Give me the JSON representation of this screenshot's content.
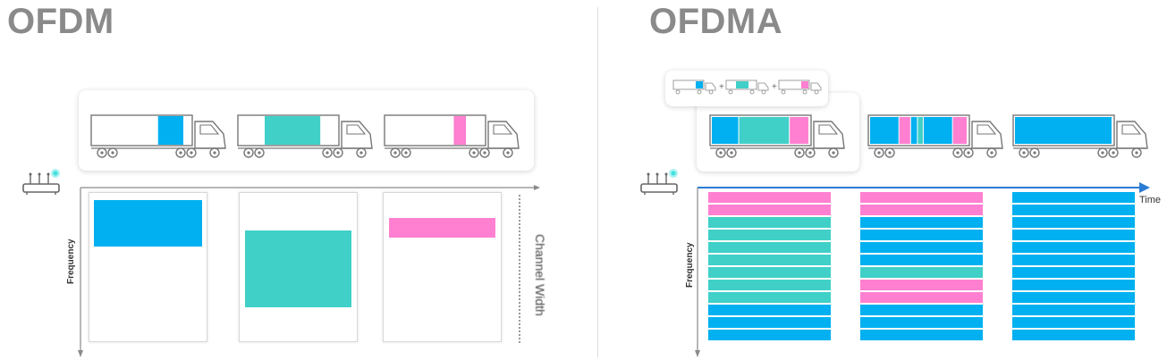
{
  "ofdm": {
    "title": "OFDM",
    "y_axis_label": "Frequency",
    "channel_label": "Channel Width",
    "trucks": [
      {
        "cargo_color": "#00b0f0",
        "cargo_fraction": 0.25
      },
      {
        "cargo_color": "#40d0c8",
        "cargo_fraction": 0.55
      },
      {
        "cargo_color": "#ff80d0",
        "cargo_fraction": 0.12
      }
    ],
    "columns": [
      {
        "color": "#00b0f0",
        "band_start": 0.05,
        "band_end": 0.36
      },
      {
        "color": "#40d0c8",
        "band_start": 0.25,
        "band_end": 0.77
      },
      {
        "color": "#ff80d0",
        "band_start": 0.17,
        "band_end": 0.3
      }
    ]
  },
  "ofdma": {
    "title": "OFDMA",
    "y_axis_label": "Frequency",
    "time_label": "Time",
    "trucks": [
      {
        "segments": [
          {
            "color": "#00b0f0",
            "fraction": 0.28
          },
          {
            "color": "#40d0c8",
            "fraction": 0.52
          },
          {
            "color": "#ff80d0",
            "fraction": 0.2
          }
        ]
      },
      {
        "segments": [
          {
            "color": "#00b0f0",
            "fraction": 0.3
          },
          {
            "color": "#ff80d0",
            "fraction": 0.12
          },
          {
            "color": "#00b0f0",
            "fraction": 0.07
          },
          {
            "color": "#40d0c8",
            "fraction": 0.06
          },
          {
            "color": "#00b0f0",
            "fraction": 0.3
          },
          {
            "color": "#ff80d0",
            "fraction": 0.15
          }
        ]
      },
      {
        "segments": [
          {
            "color": "#00b0f0",
            "fraction": 1.0
          }
        ]
      }
    ],
    "mini_trucks": [
      {
        "cargo_color": "#00b0f0"
      },
      {
        "cargo_color": "#40d0c8"
      },
      {
        "cargo_color": "#ff80d0"
      }
    ],
    "plus_sign": "+",
    "columns": [
      [
        "#ff80d0",
        "#ff80d0",
        "#40d0c8",
        "#40d0c8",
        "#40d0c8",
        "#40d0c8",
        "#40d0c8",
        "#40d0c8",
        "#40d0c8",
        "#00b0f0",
        "#00b0f0",
        "#00b0f0"
      ],
      [
        "#ff80d0",
        "#ff80d0",
        "#00b0f0",
        "#00b0f0",
        "#00b0f0",
        "#00b0f0",
        "#40d0c8",
        "#ff80d0",
        "#ff80d0",
        "#00b0f0",
        "#00b0f0",
        "#00b0f0"
      ],
      [
        "#00b0f0",
        "#00b0f0",
        "#00b0f0",
        "#00b0f0",
        "#00b0f0",
        "#00b0f0",
        "#00b0f0",
        "#00b0f0",
        "#00b0f0",
        "#00b0f0",
        "#00b0f0",
        "#00b0f0"
      ]
    ]
  }
}
